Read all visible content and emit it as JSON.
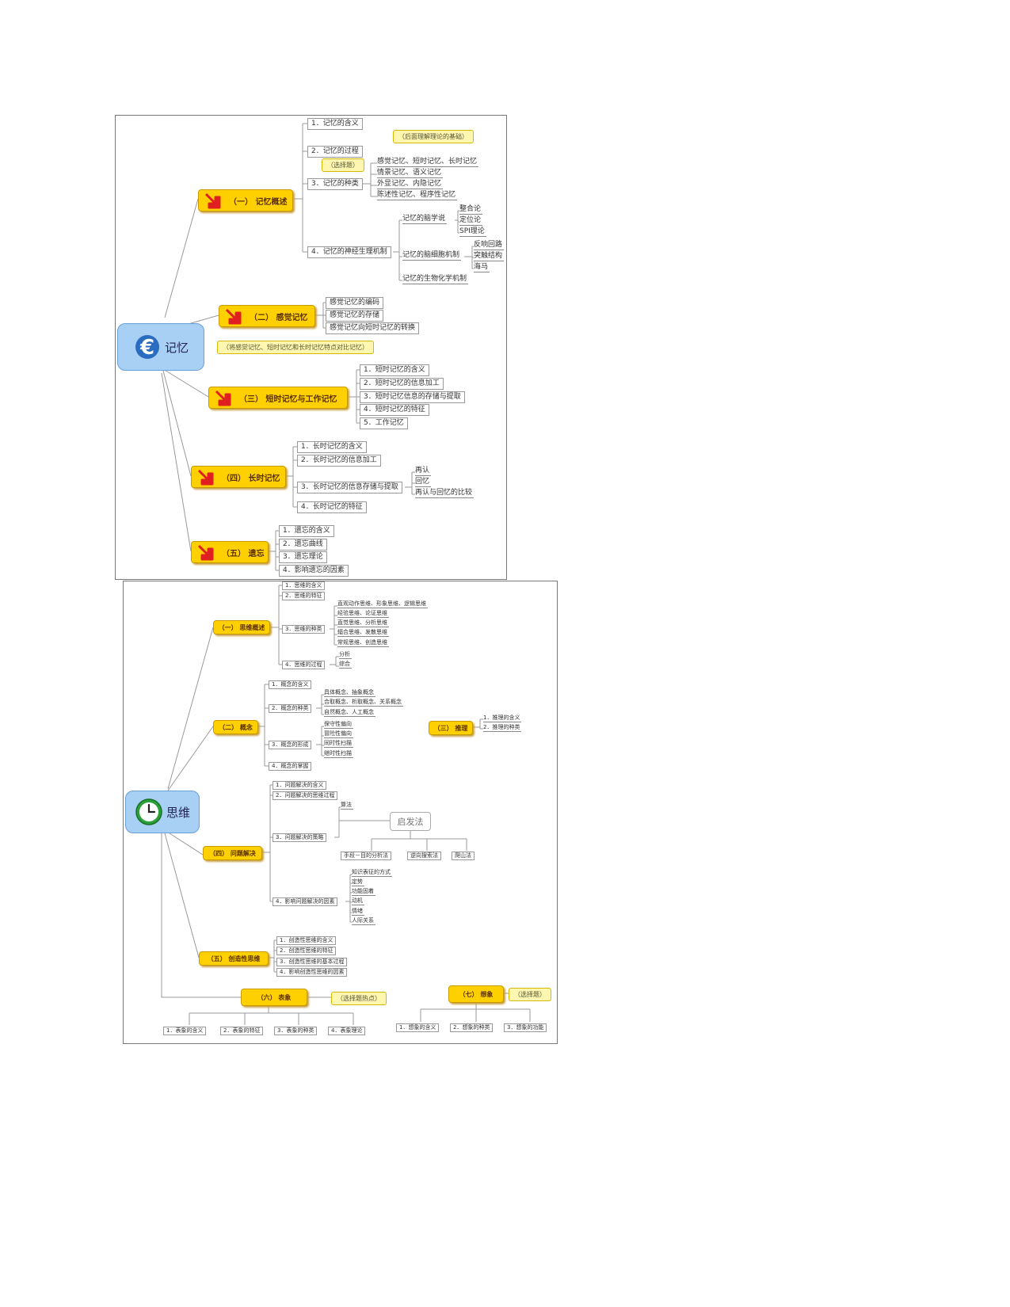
{
  "mem": {
    "center": "记忆",
    "b1": {
      "title": "（一） 记忆概述",
      "i1": "1．记忆的含义",
      "i2": "2．记忆的过程",
      "i2_note": "（后面理解理论的基础）",
      "i3": "3．记忆的种类",
      "i3_note": "（选择题）",
      "types": [
        "感觉记忆、短时记忆、长时记忆",
        "情景记忆、语义记忆",
        "外显记忆、内隐记忆",
        "陈述性记忆、程序性记忆"
      ],
      "i4": "4．记忆的神经生理机制",
      "n1": "记忆的脑学说",
      "n1_items": [
        "整合论",
        "定位论",
        "SPI理论"
      ],
      "n2": "记忆的脑细胞机制",
      "n2_items": [
        "反响回路",
        "突触结构",
        "海马"
      ],
      "n3": "记忆的生物化学机制"
    },
    "b2": {
      "title": "（二） 感觉记忆",
      "items": [
        "感觉记忆的编码",
        "感觉记忆的存储",
        "感觉记忆向短时记忆的转换"
      ],
      "note": "（将感觉记忆、短时记忆和长时记忆特点对比记忆）"
    },
    "b3": {
      "title": "（三） 短时记忆与工作记忆",
      "items": [
        "1．短时记忆的含义",
        "2．短时记忆的信息加工",
        "3．短时记忆信息的存储与提取",
        "4．短时记忆的特征",
        "5．工作记忆"
      ]
    },
    "b4": {
      "title": "（四） 长时记忆",
      "i1": "1．长时记忆的含义",
      "i2": "2．长时记忆的信息加工",
      "i3": "3．长时记忆的信息存储与提取",
      "i3_items": [
        "再认",
        "回忆",
        "再认与回忆的比较"
      ],
      "i4": "4．长时记忆的特征"
    },
    "b5": {
      "title": "（五） 遗忘",
      "items": [
        "1．遗忘的含义",
        "2．遗忘曲线",
        "3．遗忘理论",
        "4．影响遗忘的因素"
      ]
    }
  },
  "think": {
    "center": "思维",
    "b1": {
      "title": "（一） 思维概述",
      "i1": "1．思维的含义",
      "i2": "2．思维的特征",
      "i3": "3．思维的种类",
      "i3_items": [
        "直观动作思维、形象思维、逻辑思维",
        "经验思维、论证思维",
        "直觉思维、分析思维",
        "辐合思维、发散思维",
        "常规思维、创造思维"
      ],
      "i4": "4．思维的过程",
      "i4_items": [
        "分析",
        "综合"
      ]
    },
    "b2": {
      "title": "（二） 概念",
      "i1": "1．概念的含义",
      "i2": "2．概念的种类",
      "i2_items": [
        "具体概念、抽象概念",
        "合取概念、析取概念、关系概念",
        "自然概念、人工概念"
      ],
      "i3": "3．概念的形成",
      "i3_items": [
        "保守性偏向",
        "冒险性偏向",
        "同时性扫描",
        "继时性扫描"
      ],
      "i4": "4．概念的掌握"
    },
    "b3": {
      "title": "（三） 推理",
      "items": [
        "1．推理的含义",
        "2．推理的种类"
      ]
    },
    "b4": {
      "title": "（四） 问题解决",
      "i1": "1．问题解决的含义",
      "i2": "2．问题解决的思维过程",
      "i3": "3．问题解决的策略",
      "algo": "算法",
      "heur": "启发法",
      "heur_items": [
        "手段－目的分析法",
        "逆向搜索法",
        "爬山法"
      ],
      "i4": "4．影响问题解决的因素",
      "i4_items": [
        "知识表征的方式",
        "定势",
        "功能固着",
        "动机",
        "情绪",
        "人际关系"
      ]
    },
    "b5": {
      "title": "（五） 创造性思维",
      "items": [
        "1．创造性思维的含义",
        "2．创造性思维的特征",
        "3．创造性思维的基本过程",
        "4．影响创造性思维的因素"
      ]
    },
    "b6": {
      "title": "（六） 表象",
      "note": "（选择题热点）",
      "items": [
        "1．表象的含义",
        "2．表象的特征",
        "3．表象的种类",
        "4．表象理论"
      ]
    },
    "b7": {
      "title": "（七） 想象",
      "note": "（选择题）",
      "items": [
        "1．想象的含义",
        "2．想象的种类",
        "3．想象的功能"
      ]
    }
  }
}
